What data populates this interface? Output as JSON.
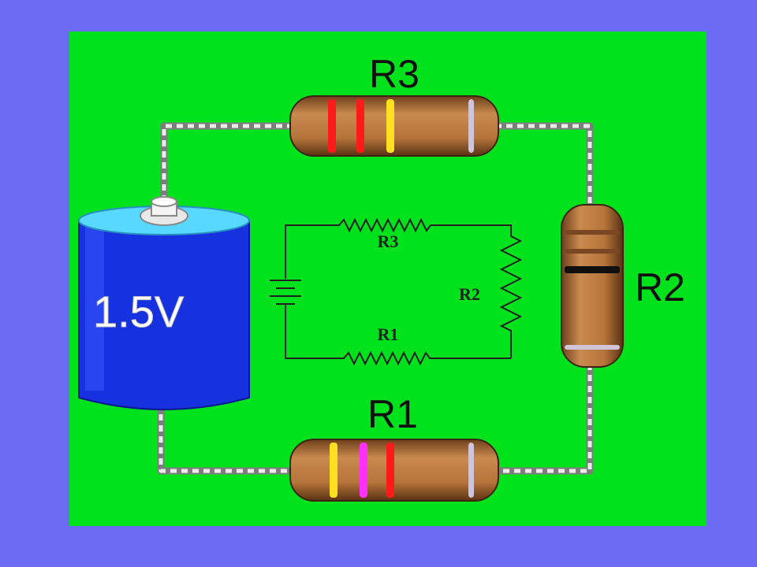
{
  "colors": {
    "frame": "#6b6bf3",
    "board": "#00e21c",
    "battery": "#1030e0",
    "resistor_body": "#b8763c",
    "wire_dash": "#e8e8e8",
    "wire_core": "#808080",
    "schematic": "#202020"
  },
  "battery": {
    "label": "1.5V"
  },
  "resistors": {
    "r1": {
      "label": "R1",
      "bands": [
        "#ffe020",
        "#ff30ff",
        "#ff1a1a",
        "#cfc4d8"
      ]
    },
    "r2": {
      "label": "R2",
      "bands": [
        "#7a4722",
        "#7a4722",
        "#101010",
        "#cfc4d8"
      ]
    },
    "r3": {
      "label": "R3",
      "bands": [
        "#ff1a1a",
        "#ff1a1a",
        "#ffe020",
        "#cfc4d8"
      ]
    }
  },
  "schematic": {
    "r1_label": "R1",
    "r2_label": "R2",
    "r3_label": "R3"
  }
}
